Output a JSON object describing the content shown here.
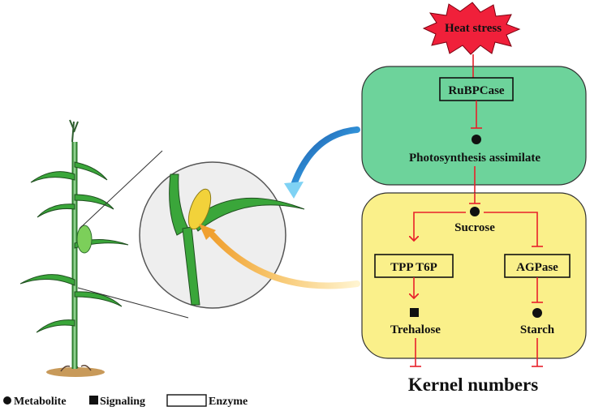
{
  "stress": {
    "label": "Heat stress"
  },
  "enzymes": {
    "rubpcase": "RuBPCase",
    "tpp_t6p": "TPP T6P",
    "agpase": "AGPase"
  },
  "metabolites": {
    "photosynthesis": "Photosynthesis assimilate",
    "sucrose": "Sucrose",
    "trehalose": "Trehalose",
    "starch": "Starch"
  },
  "outcome": {
    "label": "Kernel numbers"
  },
  "legend": {
    "metabolite": "Metabolite",
    "signaling": "Signaling",
    "enzyme": "Enzyme"
  },
  "colors": {
    "stress_fill": "#f0203a",
    "green_panel": "#6dd39b",
    "yellow_panel": "#faf08a",
    "inhibit_line": "#e8202a",
    "plant_green": "#3aa63a",
    "arrow_blue": "#3aa8e0",
    "arrow_orange": "#f5b24a"
  }
}
